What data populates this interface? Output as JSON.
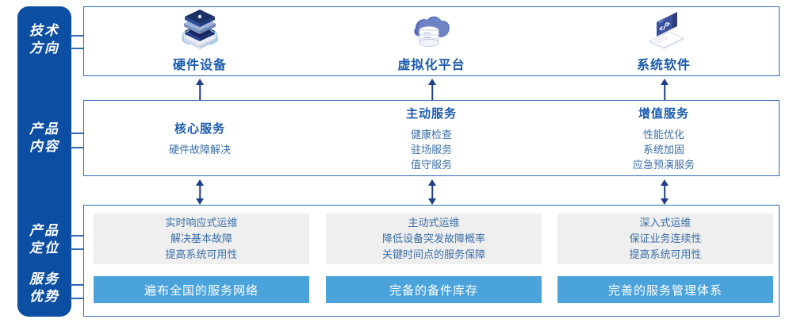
{
  "rail": {
    "color": "#0B4EA2",
    "labels": [
      {
        "name": "tech-direction",
        "line1": "技术",
        "line2": "方向"
      },
      {
        "name": "product-content",
        "line1": "产品",
        "line2": "内容"
      },
      {
        "name": "product-positioning",
        "line1": "产品",
        "line2": "定位"
      },
      {
        "name": "service-advantage",
        "line1": "服务",
        "line2": "优势"
      }
    ]
  },
  "tech_direction": {
    "columns": [
      {
        "icon": "server-stack-icon",
        "title": "硬件设备"
      },
      {
        "icon": "cloud-database-icon",
        "title": "虚拟化平台"
      },
      {
        "icon": "laptop-code-icon",
        "title": "系统软件"
      }
    ]
  },
  "product_content": {
    "columns": [
      {
        "heading": "核心服务",
        "items": [
          "硬件故障解决"
        ]
      },
      {
        "heading": "主动服务",
        "items": [
          "健康检查",
          "驻场服务",
          "值守服务"
        ]
      },
      {
        "heading": "增值服务",
        "items": [
          "性能优化",
          "系统加固",
          "应急预演服务"
        ]
      }
    ]
  },
  "product_positioning": {
    "cards": [
      {
        "lines": [
          "实时响应式运维",
          "解决基本故障",
          "提高系统可用性"
        ]
      },
      {
        "lines": [
          "主动式运维",
          "降低设备突发故障概率",
          "关键时间点的服务保障"
        ]
      },
      {
        "lines": [
          "深入式运维",
          "保证业务连续性",
          "提高系统可用性"
        ]
      }
    ]
  },
  "service_advantage": {
    "bars": [
      {
        "label": "遍布全国的服务网络"
      },
      {
        "label": "完备的备件库存"
      },
      {
        "label": "完善的服务管理体系"
      }
    ]
  },
  "colors": {
    "rail_navy": "#0B4EA2",
    "panel_border": "#2E6DB4",
    "heading_blue": "#1A5BAE",
    "body_blue": "#3A6FA8",
    "card_grey": "#EFEFEF",
    "bar_blue": "#4BA3DC",
    "arrow_navy": "#1F3F87"
  }
}
